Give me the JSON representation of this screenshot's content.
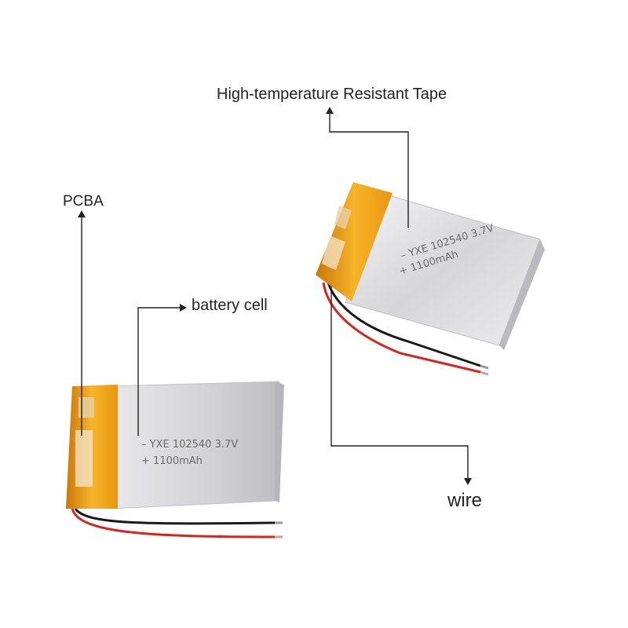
{
  "callouts": {
    "tape": "High-temperature Resistant Tape",
    "pcba": "PCBA",
    "cell": "battery cell",
    "wire": "wire"
  },
  "batteries": {
    "front": {
      "line1": "– YXE 102540 3.7V",
      "line2": "+ 1100mAh"
    },
    "back": {
      "line1": "– YXE 102540 3.7V",
      "line2": "+ 1100mAh"
    }
  },
  "colors": {
    "tape": "#f2a214",
    "foil": "#d9d9dc",
    "wire_red": "#d8231f",
    "wire_black": "#1a1a1a",
    "leader": "#222222"
  }
}
